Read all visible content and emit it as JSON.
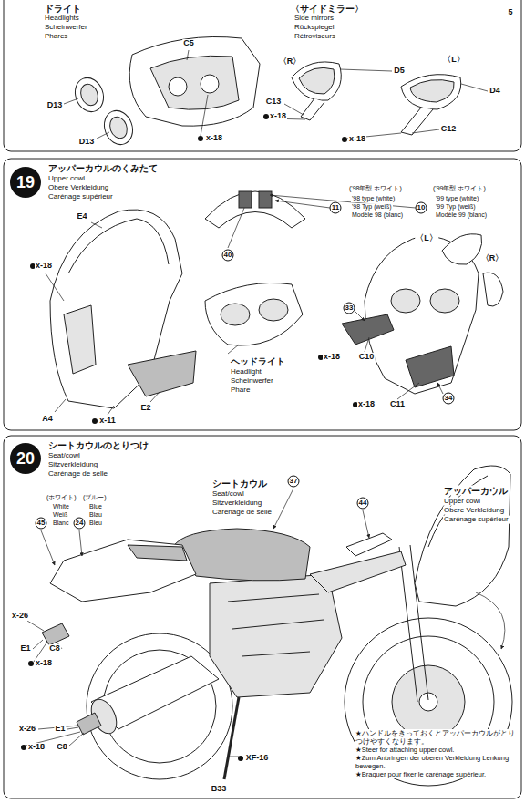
{
  "diagram": {
    "nodes": [
      {
        "text": [
          "19"
        ]
      },
      {
        "text": [
          "20"
        ]
      }
    ],
    "labels": [
      "5",
      "ドライト",
      "Headlights",
      "Scheinwerfer",
      "Phares",
      "C5",
      "D13",
      "D13",
      "x-18",
      "〈サイドミラー〉",
      "Side mirrors",
      "Rückspiegel",
      "Rétroviseurs",
      "〈R〉",
      "D5",
      "〈L〉",
      "D4",
      "C13",
      "x-18",
      "C12",
      "x-18",
      "アッパーカウルのくみたて",
      "Upper cowl",
      "Obere Verkleidung",
      "Carénage supérieur",
      "E4",
      "x-18",
      "A4",
      "E2",
      "x-11",
      "ヘッドライト",
      "Headlight",
      "Scheinwerfer",
      "Phare",
      "11",
      "('98年型 ホワイト)",
      "'98 type (white)",
      "'98 Typ (weiß)",
      "Modèle 98 (blanc)",
      "10",
      "('99年型 ホワイト)",
      "'99 type (white)",
      "'99 Typ (weiß)",
      "Modèle 99 (blanc)",
      "40",
      "〈L〉",
      "〈R〉",
      "33",
      "x-18",
      "C10",
      "x-18",
      "C11",
      "34",
      "シートカウルのとりつけ",
      "Seat/cowl",
      "Sitzverkleidung",
      "Carénage de selle",
      "(ホワイト)",
      "White",
      "Weiß",
      "Blanc",
      "45",
      "(ブルー)",
      "Blue",
      "Blau",
      "Bleu",
      "24",
      "シートカウル",
      "Seat/cowl",
      "Sitzverkleidung",
      "Carénage de selle",
      "37",
      "44",
      "アッパーカウル",
      "Upper cowl",
      "Obere Verkleidung",
      "Carénage supérieur",
      "x-26",
      "E1",
      "C8",
      "x-18",
      "x-26",
      "E1",
      "x-18",
      "C8",
      "XF-16",
      "B33",
      "★ハンドルをきっておくとアッパーカウルがとりつけやすくなります。",
      "★Steer for attaching upper cowl.",
      "★Zum Anbringen der oberen Verkleidung Lenkung bewegen.",
      "★Braquer pour fixer le carénage supérieur."
    ]
  }
}
